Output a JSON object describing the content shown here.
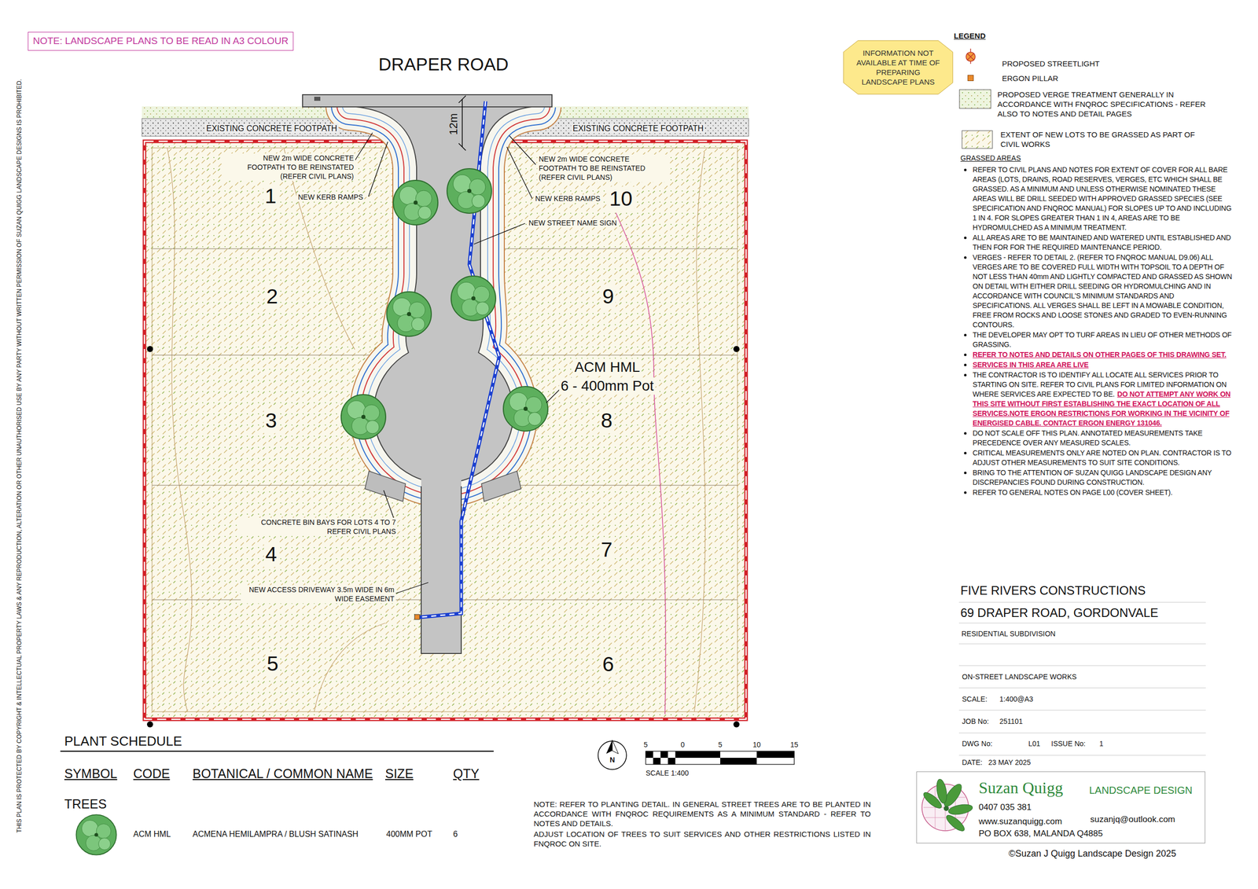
{
  "diagram": {
    "title": "DRAPER ROAD",
    "nodes": [
      {
        "text": [
          "NOTE: LANDSCAPE PLANS TO BE READ IN A3 COLOUR"
        ]
      },
      {
        "text": [
          "INFORMATION NOT AVAILABLE AT TIME OF PREPARING LANDSCAPE PLANS"
        ]
      },
      {
        "text": [
          "Suzan Quigg",
          "LANDSCAPE DESIGN",
          "0407 035 381",
          "www.suzanquigg.com",
          "suzanjq@outlook.com",
          "PO BOX 638, MALANDA Q4885"
        ]
      }
    ],
    "labels": [
      "EXISTING CONCRETE FOOTPATH",
      "EXISTING CONCRETE FOOTPATH",
      "12m",
      "NEW 2m WIDE CONCRETE FOOTPATH TO BE REINSTATED (REFER CIVIL PLANS)",
      "NEW KERB RAMPS",
      "NEW 2m WIDE CONCRETE FOOTPATH TO BE REINSTATED (REFER CIVIL PLANS)",
      "NEW KERB RAMPS",
      "NEW STREET NAME SIGN",
      "1",
      "10",
      "2",
      "9",
      "3",
      "8",
      "4",
      "7",
      "5",
      "6",
      "ACM HML",
      "6 - 400mm Pot",
      "CONCRETE BIN BAYS FOR LOTS 4 TO 7 REFER CIVIL PLANS",
      "NEW ACCESS DRIVEWAY 3.5m WIDE IN 6m WIDE EASEMENT",
      "PLANT SCHEDULE",
      "SYMBOL",
      "CODE",
      "BOTANICAL / COMMON NAME",
      "SIZE",
      "QTY",
      "TREES",
      "ACM HML",
      "ACMENA HEMILAMPRA / BLUSH SATINASH",
      "400MM POT",
      "6",
      "N",
      "5",
      "0",
      "5",
      "10",
      "15",
      "SCALE 1:400",
      "NOTE: REFER TO PLANTING DETAIL. IN GENERAL STREET TREES ARE TO BE PLANTED IN ACCORDANCE WITH FNQROC REQUIREMENTS AS A MINIMUM STANDARD - REFER TO NOTES AND DETAILS.",
      "ADJUST LOCATION OF TREES TO SUIT SERVICES AND OTHER RESTRICTIONS LISTED IN FNQROC ON SITE.",
      "THIS PLAN IS PROTECTED BY COPYRIGHT & INTELLECTUAL PROPERTY LAWS & ANY REPRODUCTION, ALTERATION OR OTHER UNAUTHORISED USE BY ANY PARTY WITHOUT WRITTEN PERMISSION OF SUZAN QUIGG LANDSCAPE DESIGNS IS PROHIBITED.",
      "LEGEND",
      "GRASSED AREAS",
      "REFER TO CIVIL PLANS AND NOTES FOR EXTENT OF COVER FOR ALL BARE AREAS (LOTS, DRAINS, ROAD RESERVES, VERGES, ETC WHICH SHALL BE GRASSED. AS A MINIMUM AND UNLESS OTHERWISE NOMINATED THESE AREAS WILL BE DRILL SEEDED WITH APPROVED GRASSED SPECIES (SEE SPECIFICATION AND FNQROC MANUAL) FOR SLOPES UP TO AND INCLUDING 1 IN 4. FOR SLOPES GREATER THAN 1 IN 4, AREAS ARE TO BE HYDROMULCHED AS A MINIMUM TREATMENT.",
      "ALL AREAS ARE TO BE MAINTAINED AND WATERED UNTIL ESTABLISHED AND THEN FOR FOR THE REQUIRED MAINTENANCE PERIOD.",
      "VERGES - REFER TO DETAIL 2. (REFER TO FNQROC MANUAL D9.06) ALL VERGES ARE TO BE COVERED FULL WIDTH WITH TOPSOIL TO A DEPTH OF NOT LESS THAN 40mm AND LIGHTLY COMPACTED AND GRASSED AS SHOWN ON DETAIL WITH EITHER DRILL SEEDING OR HYDROMULCHING AND IN ACCORDANCE WITH COUNCIL'S MINIMUM STANDARDS AND SPECIFICATIONS. ALL VERGES SHALL BE LEFT IN A MOWABLE CONDITION, FREE FROM ROCKS AND LOOSE STONES AND GRADED TO EVEN-RUNNING CONTOURS.",
      "THE DEVELOPER MAY OPT TO TURF AREAS IN LIEU OF OTHER METHODS OF GRASSING.",
      "REFER TO NOTES AND DETAILS ON OTHER PAGES OF THIS DRAWING SET.",
      "SERVICES IN THIS AREA ARE LIVE",
      "THE CONTRACTOR IS TO IDENTIFY ALL LOCATE ALL SERVICES PRIOR TO STARTING ON SITE. REFER TO CIVIL PLANS FOR LIMITED INFORMATION ON WHERE SERVICES ARE EXPECTED TO BE.",
      "DO NOT ATTEMPT ANY WORK ON THIS SITE WITHOUT FIRST ESTABLISHING THE EXACT LOCATION OF ALL SERVICES.NOTE ERGON RESTRICTIONS FOR WORKING IN THE VICINITY OF ENERGISED CABLE. CONTACT ERGON ENERGY 131046.",
      "DO NOT SCALE OFF THIS PLAN. ANNOTATED MEASUREMENTS TAKE PRECEDENCE OVER ANY MEASURED SCALES.",
      "CRITICAL MEASUREMENTS ONLY ARE NOTED ON PLAN. CONTRACTOR IS TO ADJUST OTHER MEASUREMENTS TO SUIT SITE CONDITIONS.",
      "BRING TO THE ATTENTION OF SUZAN QUIGG LANDSCAPE DESIGN ANY DISCREPANCIES FOUND DURING CONSTRUCTION.",
      "REFER TO GENERAL NOTES ON PAGE L00 (COVER SHEET).",
      "FIVE RIVERS CONSTRUCTIONS",
      "69 DRAPER ROAD, GORDONVALE",
      "RESIDENTIAL SUBDIVISION",
      "ON-STREET LANDSCAPE WORKS",
      "SCALE:",
      "1:400@A3",
      "JOB No:",
      "251101",
      "DWG No:",
      "L01",
      "ISSUE No:",
      "1",
      "DATE:",
      "23 MAY 2025",
      "©Suzan J Quigg Landscape Design 2025"
    ],
    "legend": [
      {
        "text": "PROPOSED STREETLIGHT"
      },
      {
        "text": "ERGON PILLAR",
        "color": "#e8892b"
      },
      {
        "text": "PROPOSED VERGE TREATMENT GENERALLY IN ACCORDANCE WITH FNQROC SPECIFICATIONS - REFER ALSO TO NOTES AND DETAIL PAGES"
      },
      {
        "text": "EXTENT OF NEW LOTS TO BE GRASSED AS PART OF CIVIL WORKS"
      }
    ]
  }
}
